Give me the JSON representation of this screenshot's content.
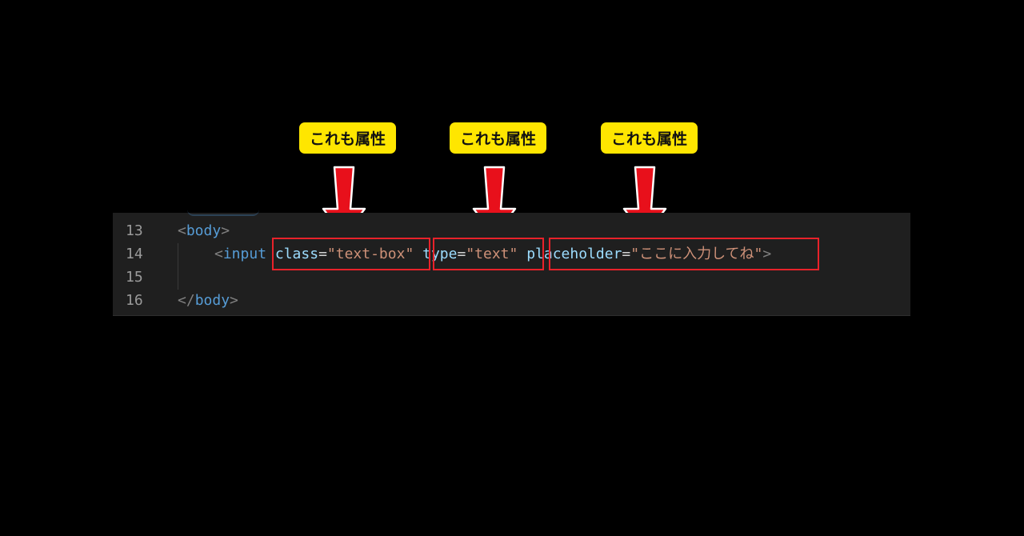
{
  "callouts": [
    {
      "label": "これも属性"
    },
    {
      "label": "これも属性"
    },
    {
      "label": "これも属性"
    }
  ],
  "colors": {
    "callout_bg": "#FFE600",
    "arrow": "#E8101B",
    "highlight_box": "#E8222A",
    "editor_bg": "#1F1F1F",
    "tag": "#569CD6",
    "attribute": "#9CDCFE",
    "string": "#CE9178"
  },
  "editor": {
    "lines": [
      {
        "number": "13",
        "open": "<",
        "tag": "body",
        "close": ">"
      },
      {
        "number": "14",
        "open": "<",
        "tag": "input",
        "attrs": [
          {
            "name": "class",
            "eq": "=",
            "value": "\"text-box\""
          },
          {
            "name": "type",
            "eq": "=",
            "value": "\"text\""
          },
          {
            "name": "placeholder",
            "eq": "=",
            "value": "\"ここに入力してね\""
          }
        ],
        "close": ">"
      },
      {
        "number": "15"
      },
      {
        "number": "16",
        "open": "</",
        "tag": "body",
        "close": ">"
      }
    ]
  }
}
